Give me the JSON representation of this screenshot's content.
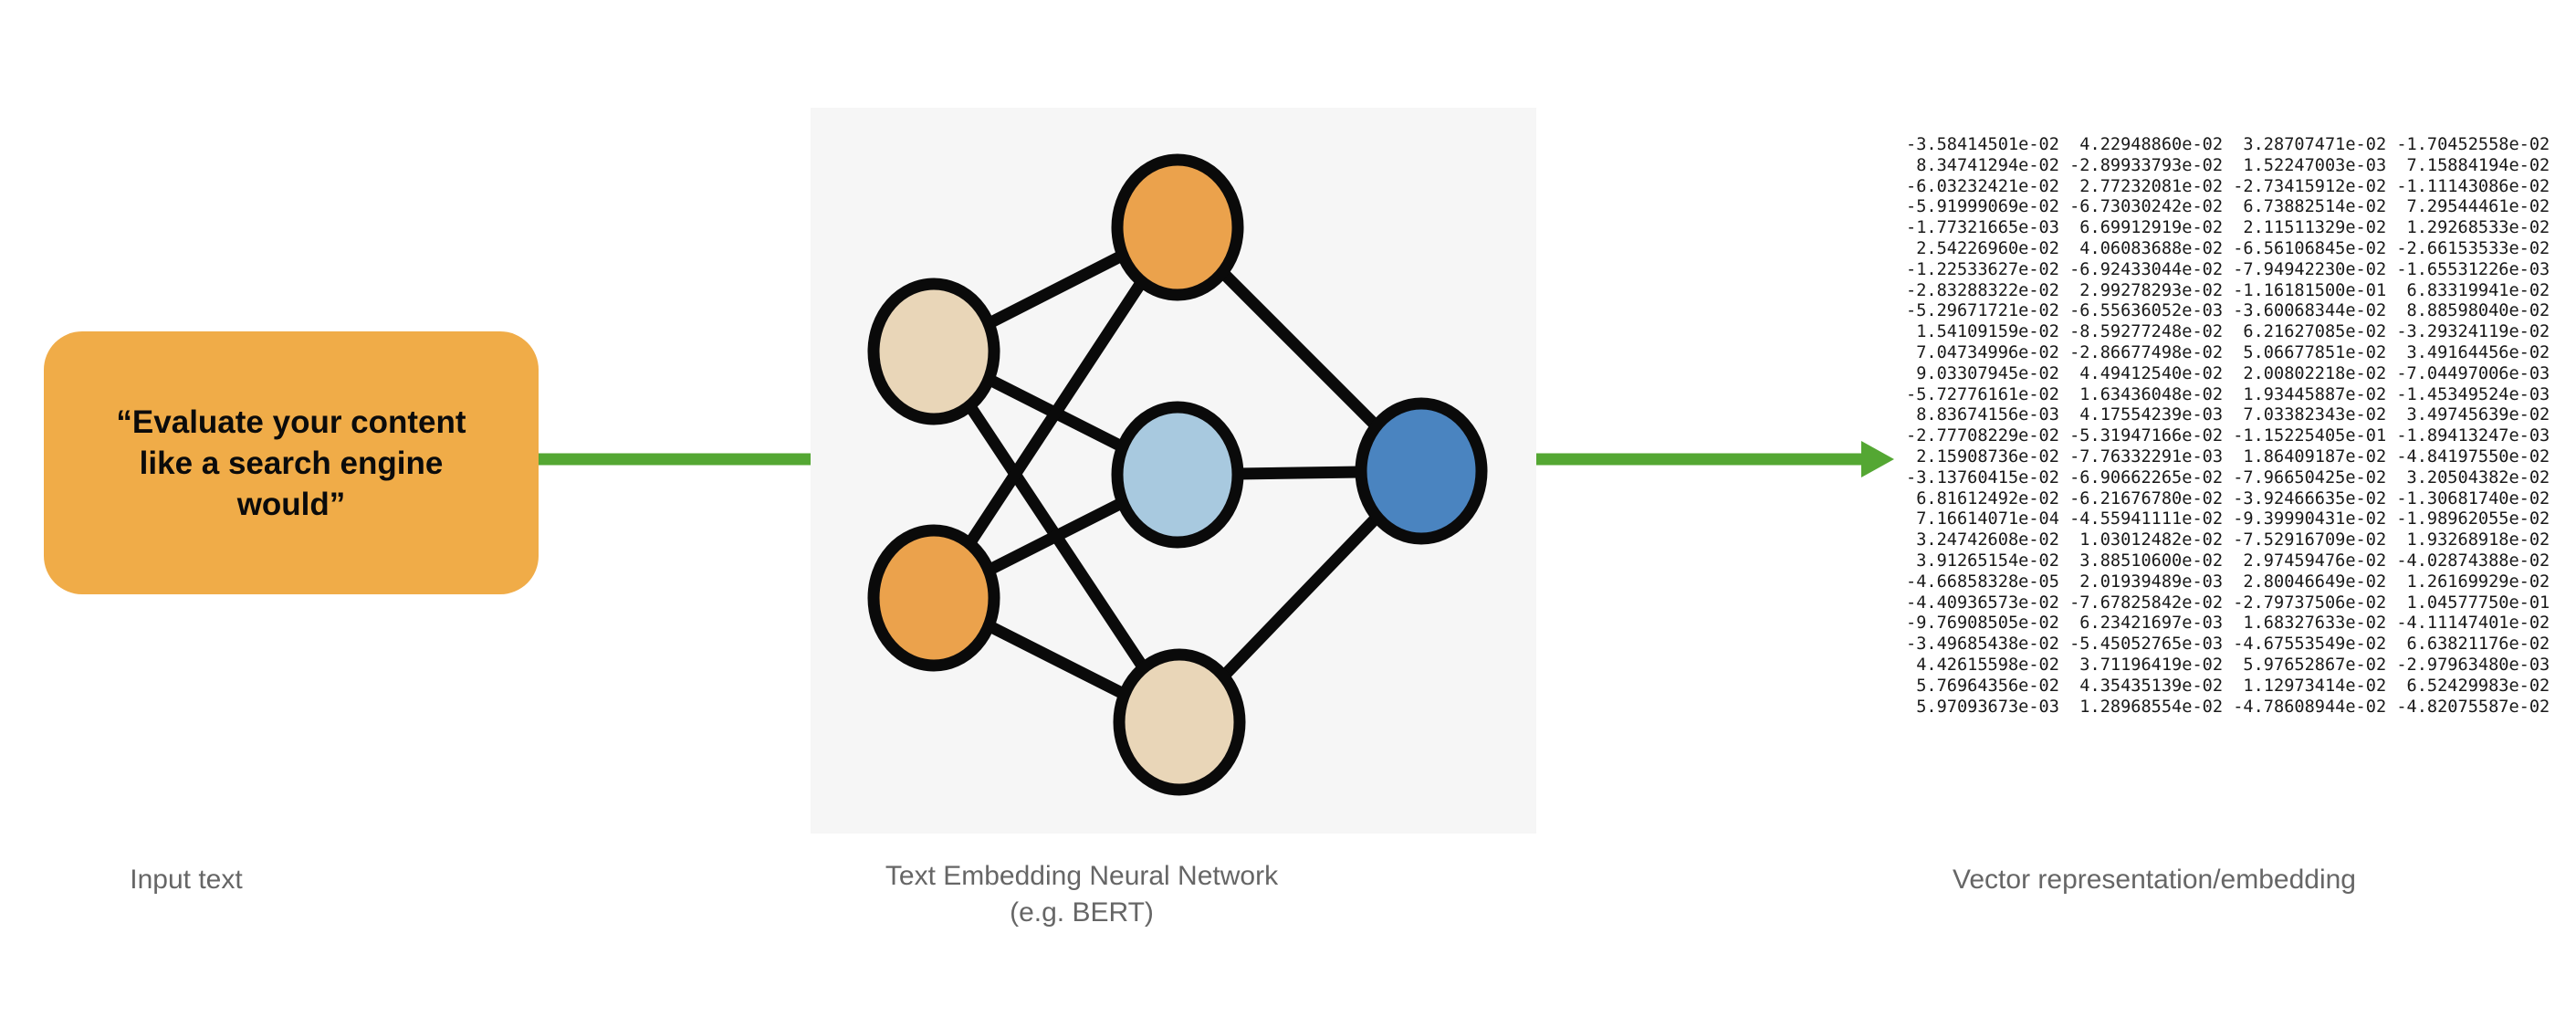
{
  "input": {
    "quote": "“Evaluate your content like a search engine would”",
    "label": "Input text"
  },
  "network": {
    "label_line1": "Text Embedding Neural Network",
    "label_line2": "(e.g. BERT)",
    "nodes": [
      {
        "id": "tan_left",
        "color": "#E9D6B8"
      },
      {
        "id": "orange_bottom_left",
        "color": "#EBA24C"
      },
      {
        "id": "orange_top",
        "color": "#EBA24C"
      },
      {
        "id": "blue_center",
        "color": "#A8C9DF"
      },
      {
        "id": "beige_bottom",
        "color": "#E9D6B8"
      },
      {
        "id": "blue_right",
        "color": "#4A84C0"
      }
    ],
    "edges": [
      [
        "tan_left",
        "orange_top"
      ],
      [
        "tan_left",
        "blue_center"
      ],
      [
        "tan_left",
        "beige_bottom"
      ],
      [
        "orange_bottom_left",
        "orange_top"
      ],
      [
        "orange_bottom_left",
        "blue_center"
      ],
      [
        "orange_bottom_left",
        "beige_bottom"
      ],
      [
        "orange_top",
        "blue_right"
      ],
      [
        "blue_center",
        "blue_right"
      ],
      [
        "beige_bottom",
        "blue_right"
      ]
    ]
  },
  "vector": {
    "label": "Vector representation/embedding",
    "rows": [
      [
        "-3.58414501e-02",
        "4.22948860e-02",
        "3.28707471e-02",
        "-1.70452558e-02"
      ],
      [
        "8.34741294e-02",
        "-2.89933793e-02",
        "1.52247003e-03",
        "7.15884194e-02"
      ],
      [
        "-6.03232421e-02",
        "2.77232081e-02",
        "-2.73415912e-02",
        "-1.11143086e-02"
      ],
      [
        "-5.91999069e-02",
        "-6.73030242e-02",
        "6.73882514e-02",
        "7.29544461e-02"
      ],
      [
        "-1.77321665e-03",
        "6.69912919e-02",
        "2.11511329e-02",
        "1.29268533e-02"
      ],
      [
        "2.54226960e-02",
        "4.06083688e-02",
        "-6.56106845e-02",
        "-2.66153533e-02"
      ],
      [
        "-1.22533627e-02",
        "-6.92433044e-02",
        "-7.94942230e-02",
        "-1.65531226e-03"
      ],
      [
        "-2.83288322e-02",
        "2.99278293e-02",
        "-1.16181500e-01",
        "6.83319941e-02"
      ],
      [
        "-5.29671721e-02",
        "-6.55636052e-03",
        "-3.60068344e-02",
        "8.88598040e-02"
      ],
      [
        "1.54109159e-02",
        "-8.59277248e-02",
        "6.21627085e-02",
        "-3.29324119e-02"
      ],
      [
        "7.04734996e-02",
        "-2.86677498e-02",
        "5.06677851e-02",
        "3.49164456e-02"
      ],
      [
        "9.03307945e-02",
        "4.49412540e-02",
        "2.00802218e-02",
        "-7.04497006e-03"
      ],
      [
        "-5.72776161e-02",
        "1.63436048e-02",
        "1.93445887e-02",
        "-1.45349524e-03"
      ],
      [
        "8.83674156e-03",
        "4.17554239e-03",
        "7.03382343e-02",
        "3.49745639e-02"
      ],
      [
        "-2.77708229e-02",
        "-5.31947166e-02",
        "-1.15225405e-01",
        "-1.89413247e-03"
      ],
      [
        "2.15908736e-02",
        "-7.76332291e-03",
        "1.86409187e-02",
        "-4.84197550e-02"
      ],
      [
        "-3.13760415e-02",
        "-6.90662265e-02",
        "-7.96650425e-02",
        "3.20504382e-02"
      ],
      [
        "6.81612492e-02",
        "-6.21676780e-02",
        "-3.92466635e-02",
        "-1.30681740e-02"
      ],
      [
        "7.16614071e-04",
        "-4.55941111e-02",
        "-9.39990431e-02",
        "-1.98962055e-02"
      ],
      [
        "3.24742608e-02",
        "1.03012482e-02",
        "-7.52916709e-02",
        "1.93268918e-02"
      ],
      [
        "3.91265154e-02",
        "3.88510600e-02",
        "2.97459476e-02",
        "-4.02874388e-02"
      ],
      [
        "-4.66858328e-05",
        "2.01939489e-03",
        "2.80046649e-02",
        "1.26169929e-02"
      ],
      [
        "-4.40936573e-02",
        "-7.67825842e-02",
        "-2.79737506e-02",
        "1.04577750e-01"
      ],
      [
        "-9.76908505e-02",
        "6.23421697e-03",
        "1.68327633e-02",
        "-4.11147401e-02"
      ],
      [
        "-3.49685438e-02",
        "-5.45052765e-03",
        "-4.67553549e-02",
        "6.63821176e-02"
      ],
      [
        "4.42615598e-02",
        "3.71196419e-02",
        "5.97652867e-02",
        "-2.97963480e-03"
      ],
      [
        "5.76964356e-02",
        "4.35435139e-02",
        "1.12973414e-02",
        "6.52429983e-02"
      ],
      [
        "5.97093673e-03",
        "1.28968554e-02",
        "-4.78608944e-02",
        "-4.82075587e-02"
      ]
    ]
  },
  "colors": {
    "quote_box_background": "#F0AC48",
    "panel_background": "#F6F6F6",
    "arrow_green": "#54A733",
    "node_stroke": "#0a0a0a",
    "caption_gray": "#666666",
    "matrix_text": "#191919"
  }
}
